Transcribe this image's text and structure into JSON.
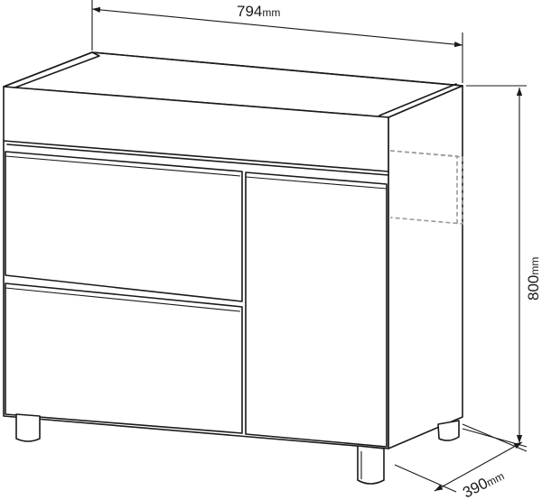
{
  "dimensions": {
    "width": {
      "value": "794",
      "unit": "mm"
    },
    "height": {
      "value": "800",
      "unit": "mm"
    },
    "depth": {
      "value": "390",
      "unit": "mm"
    }
  },
  "colors": {
    "line": "#1a1a1a",
    "hidden_line": "#9a9a9a",
    "background": "#ffffff"
  }
}
